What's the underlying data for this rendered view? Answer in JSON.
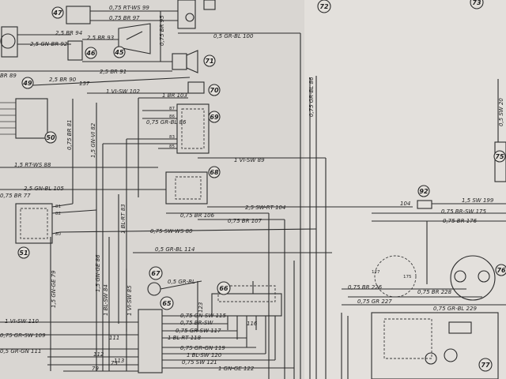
{
  "components": {
    "c47": "47",
    "c46": "46",
    "c45": "45",
    "c71": "71",
    "c49": "49",
    "c70": "70",
    "c69": "69",
    "c50": "50",
    "c68": "68",
    "c72": "72",
    "c75": "75",
    "c73": "73",
    "c51": "51",
    "c92": "92",
    "c76": "76",
    "c66": "66",
    "c67": "67",
    "c65": "65",
    "c77": "77"
  },
  "labels": {
    "w_rt_ws_99": "0,75 RT-WS 99",
    "w_br_97": "0,75 BR 97",
    "w_br_94": "2,5 BR 94",
    "w_br_93": "2,5 BR 93",
    "w_gn_br_92": "2,5 GN-BR 92",
    "w_br_95": "0,75 BR 95",
    "w_gr_bl_100": "0,5 GR-BL 100",
    "w_br_89": "BR 89",
    "w_br_90": "2,5 BR 90",
    "w_br_91": "2,5 BR 91",
    "w_157": "157",
    "w_vi_sw_102": "1 VI-SW 102",
    "w_br_103": "1 BR 103",
    "w_gr_bl_86": "0,75 GR-BL 86",
    "w_br_81": "0,75 BR 81",
    "w_gn_vi_82": "1,5 GN-VI 82",
    "w_rt_ws_88": "1,5 RT-WS 88",
    "w_vi_sw_89": "1 VI-SW 89",
    "w_gn_bl_105": "2,5 GN-BL 105",
    "w_br_77": "0,75 BR 77",
    "w_bl_rt_83": "1 BL-RT 83",
    "w_sw_rt_104": "2,5 SW-RT 104",
    "w_br_106": "0,75 BR 106",
    "w_br_107": "0,75 BR 107",
    "w_sw_ws_80": "0,75 SW-WS 80",
    "w_gr_bl_114": "0,5 GR-BL 114",
    "w_gn_ge_79": "1,5 GN-GE 79",
    "w_gn_ge_86": "1,5 GN-GE 86",
    "w_bl_sw_84": "1 BL-SW 84",
    "w_vi_sw_85": "1 VI-SW 85",
    "w_gr_bl_67": "0,5 GR-BL",
    "w_123": "123",
    "w_vi_sw_110": "1 VI-SW 110",
    "w_gr_sw_109": "0,75 GR-SW 109",
    "w_gr_gn_111": "0,5 GR-GN 111",
    "w_gn_sw_115": "0,75 GN-SW 115",
    "w_br_sw_116": "0,75 BR-SW",
    "w_116": "116",
    "w_gr_sw_117": "0,75 GR-SW 117",
    "w_bl_rt_118": "1 BL-RT 118",
    "w_gr_gn_119": "0,75 GR-GN 119",
    "w_bl_sw_120": "1 BL-SW 120",
    "w_sw_121": "0,75 SW 121",
    "w_gn_ge_122": "1 GN-GE 122",
    "w_112": "112",
    "w_113": "113",
    "w_79": "79",
    "w_73": "73",
    "w_111": "111",
    "w_sw_199": "1,5 SW 199",
    "w_br_sw_175": "0,75 BR-SW 175",
    "w_br_176": "0,75 BR 176",
    "w_br_226": "0,75 BR 226",
    "w_gr_227": "0,75 GR 227",
    "w_br_228": "0,75 BR 228",
    "w_gr_bl_229": "0,75 GR-BL 229",
    "w_gr_bl_v": "0,75 GR-BL 86",
    "w_sw_vr": "0,5 SW 20",
    "w_104": "104",
    "w_127": "127",
    "w_175": "175"
  }
}
